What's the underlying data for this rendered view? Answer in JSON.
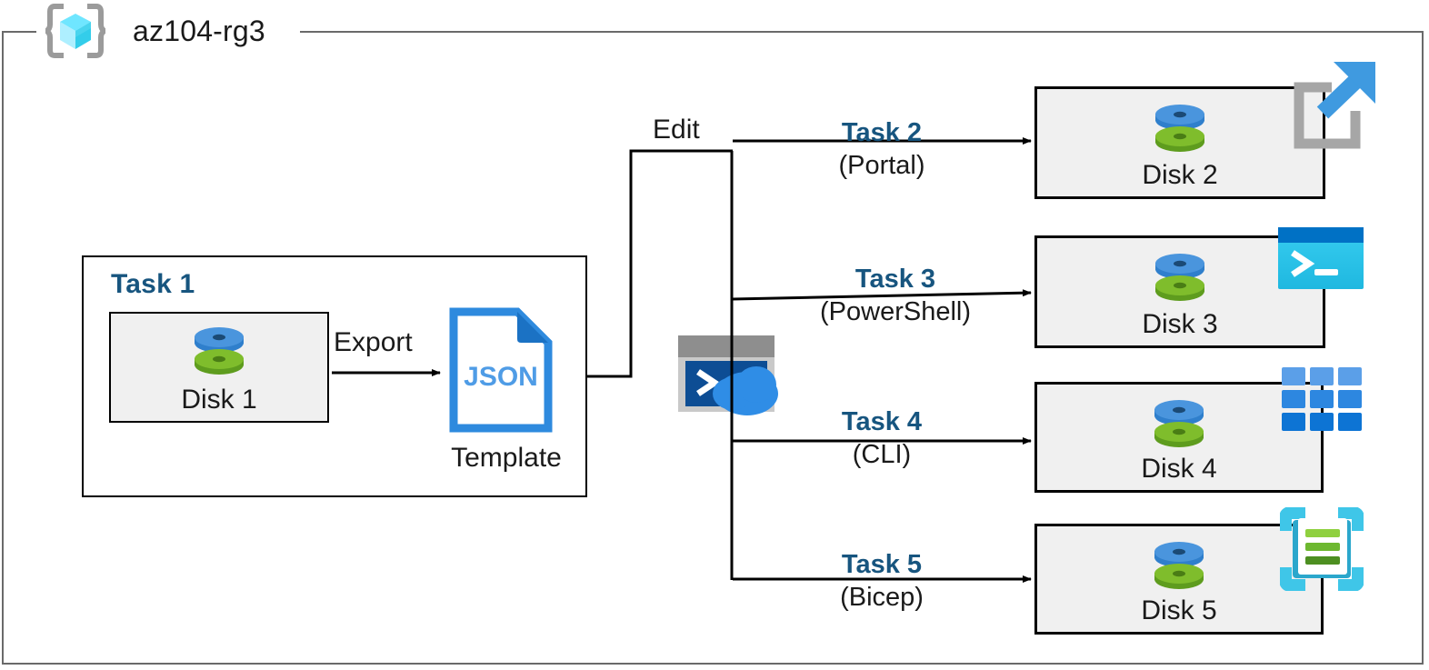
{
  "diagram": {
    "title": "az104-rg3",
    "resource_group_icon": "resource-group-cube-icon",
    "colors": {
      "task_label": "#17557f",
      "box_fill": "#f0f0f0",
      "box_border": "#000000",
      "frame_border": "#6a6a6a",
      "json_blue": "#2e8ade",
      "disk_blue": "#3f8fd8",
      "disk_green": "#7cb82f",
      "powershell_cyan": "#2fc6ef",
      "bicep_cyan": "#3fc6e8",
      "cli_blue": "#1b81e0"
    }
  },
  "task1": {
    "title": "Task 1",
    "disk": {
      "label": "Disk 1",
      "icon": "managed-disk-icon"
    },
    "export_label": "Export",
    "template": {
      "badge": "JSON",
      "label": "Template",
      "icon": "json-file-icon"
    }
  },
  "edit_label": "Edit",
  "cloudshell": {
    "icon": "cloud-shell-icon",
    "name": "Azure Cloud Shell"
  },
  "branches": [
    {
      "task": "Task 2",
      "method": "(Portal)",
      "disk": "Disk 2",
      "disk_icon": "managed-disk-icon",
      "tool_icon": "azure-portal-icon"
    },
    {
      "task": "Task 3",
      "method": "(PowerShell)",
      "disk": "Disk 3",
      "disk_icon": "managed-disk-icon",
      "tool_icon": "powershell-icon"
    },
    {
      "task": "Task 4",
      "method": "(CLI)",
      "disk": "Disk 4",
      "disk_icon": "managed-disk-icon",
      "tool_icon": "azure-cli-grid-icon"
    },
    {
      "task": "Task 5",
      "method": "(Bicep)",
      "disk": "Disk 5",
      "disk_icon": "managed-disk-icon",
      "tool_icon": "bicep-file-icon"
    }
  ]
}
